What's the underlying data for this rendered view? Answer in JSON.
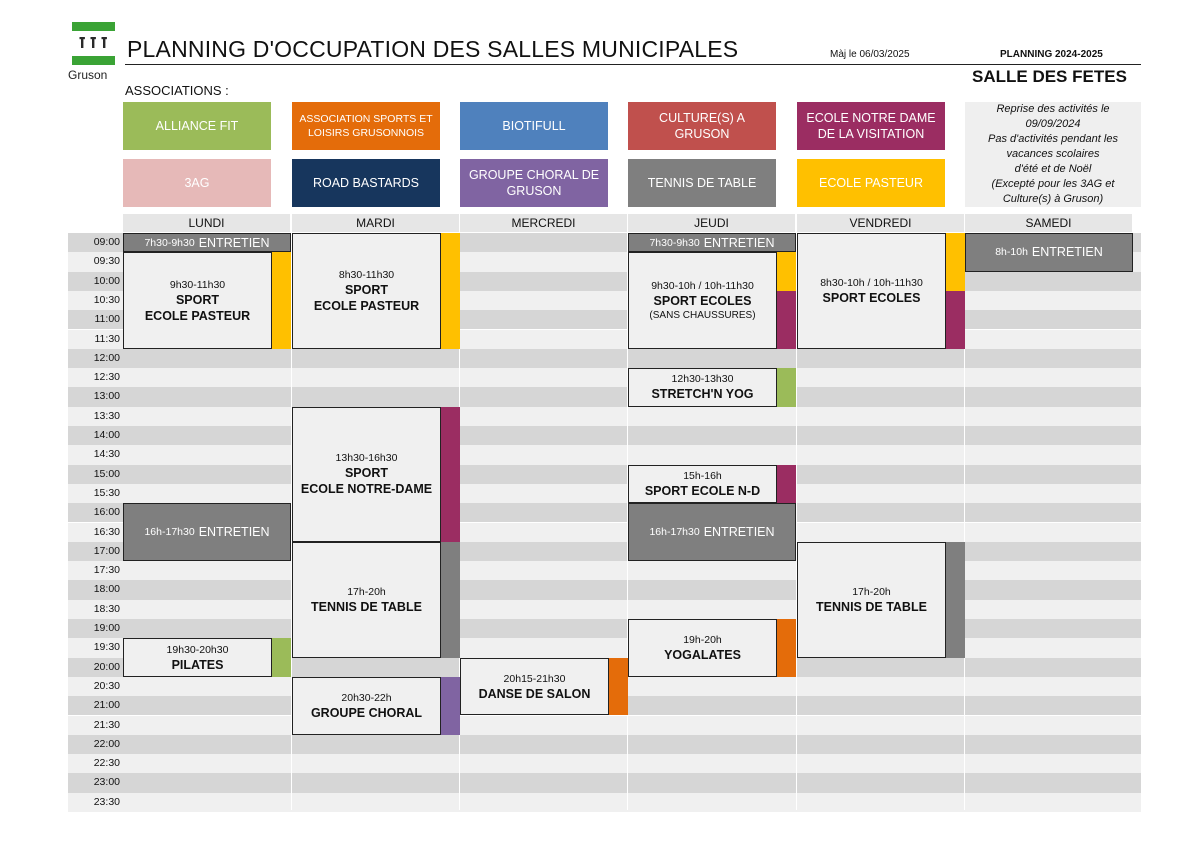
{
  "header": {
    "logo_text": "Gruson",
    "title": "PLANNING D'OCCUPATION DES SALLES MUNICIPALES",
    "update": "Màj le 06/03/2025",
    "season": "PLANNING 2024-2025",
    "room": "SALLE DES FETES",
    "associations_label": "ASSOCIATIONS :"
  },
  "colors": {
    "alliance_fit": "#9bbb59",
    "asso_sports": "#e46c0a",
    "biotifull": "#4f81bd",
    "culture": "#c0504d",
    "notre_dame": "#9b2d62",
    "sag": "#e6b9b8",
    "road": "#17365d",
    "choral": "#8064a2",
    "tennis": "#7f7f7f",
    "pasteur": "#ffc000",
    "maintenance": "#7f7f7f"
  },
  "legend": [
    {
      "id": "alliance_fit",
      "label": "ALLIANCE FIT",
      "color": "#9bbb59",
      "col": 0,
      "row": 0,
      "small": false
    },
    {
      "id": "asso_sports",
      "label": "ASSOCIATION SPORTS ET LOISIRS GRUSONNOIS",
      "color": "#e46c0a",
      "col": 1,
      "row": 0,
      "small": true
    },
    {
      "id": "biotifull",
      "label": "BIOTIFULL",
      "color": "#4f81bd",
      "col": 2,
      "row": 0,
      "small": false
    },
    {
      "id": "culture",
      "label": "CULTURE(S) A GRUSON",
      "color": "#c0504d",
      "col": 3,
      "row": 0,
      "small": false
    },
    {
      "id": "notre_dame",
      "label": "ECOLE NOTRE DAME DE LA VISITATION",
      "color": "#9b2d62",
      "col": 4,
      "row": 0,
      "small": false
    },
    {
      "id": "sag",
      "label": "3AG",
      "color": "#e6b9b8",
      "col": 0,
      "row": 1,
      "small": false
    },
    {
      "id": "road",
      "label": "ROAD BASTARDS",
      "color": "#17365d",
      "col": 1,
      "row": 1,
      "small": false
    },
    {
      "id": "choral",
      "label": "GROUPE CHORAL DE GRUSON",
      "color": "#8064a2",
      "col": 2,
      "row": 1,
      "small": false
    },
    {
      "id": "tennis",
      "label": "TENNIS DE TABLE",
      "color": "#7f7f7f",
      "col": 3,
      "row": 1,
      "small": false
    },
    {
      "id": "pasteur",
      "label": "ECOLE PASTEUR",
      "color": "#ffc000",
      "col": 4,
      "row": 1,
      "small": false
    }
  ],
  "note": {
    "lines": [
      "Reprise des activités le",
      "09/09/2024",
      "Pas d'activités pendant les",
      "vacances scolaires",
      "d'été et de Noël",
      "(Excepté pour les 3AG et",
      "Culture(s) à Gruson)"
    ]
  },
  "days": [
    "LUNDI",
    "MARDI",
    "MERCREDI",
    "JEUDI",
    "VENDREDI",
    "SAMEDI"
  ],
  "times": [
    "09:00",
    "09:30",
    "10:00",
    "10:30",
    "11:00",
    "11:30",
    "12:00",
    "12:30",
    "13:00",
    "13:30",
    "14:00",
    "14:30",
    "15:00",
    "15:30",
    "16:00",
    "16:30",
    "17:00",
    "17:30",
    "18:00",
    "18:30",
    "19:00",
    "19:30",
    "20:00",
    "20:30",
    "21:00",
    "21:30",
    "22:00",
    "22:30",
    "23:00",
    "23:30"
  ],
  "events": [
    {
      "day": 0,
      "start": 0,
      "end": 1,
      "time": "7h30-9h30",
      "name": "ENTRETIEN",
      "maint": true,
      "full": true
    },
    {
      "day": 0,
      "start": 1,
      "end": 6,
      "time": "9h30-11h30",
      "name": "SPORT\nECOLE PASTEUR",
      "color": "#ffc000"
    },
    {
      "day": 0,
      "start": 14,
      "end": 17,
      "time": "16h-17h30",
      "name": "ENTRETIEN",
      "maint": true,
      "full": true
    },
    {
      "day": 0,
      "start": 21,
      "end": 23,
      "time": "19h30-20h30",
      "name": "PILATES",
      "color": "#9bbb59"
    },
    {
      "day": 1,
      "start": 0,
      "end": 6,
      "time": "8h30-11h30",
      "name": "SPORT\nECOLE PASTEUR",
      "color": "#ffc000"
    },
    {
      "day": 1,
      "start": 9,
      "end": 16,
      "time": "13h30-16h30",
      "name": "SPORT\nECOLE NOTRE-DAME",
      "color": "#9b2d62"
    },
    {
      "day": 1,
      "start": 16,
      "end": 22,
      "time": "17h-20h",
      "name": "TENNIS DE TABLE",
      "color": "#7f7f7f"
    },
    {
      "day": 1,
      "start": 23,
      "end": 26,
      "time": "20h30-22h",
      "name": "GROUPE CHORAL",
      "color": "#8064a2"
    },
    {
      "day": 2,
      "start": 22,
      "end": 25,
      "time": "20h15-21h30",
      "name": "DANSE DE SALON",
      "color": "#e46c0a"
    },
    {
      "day": 3,
      "start": 0,
      "end": 1,
      "time": "7h30-9h30",
      "name": "ENTRETIEN",
      "maint": true,
      "full": true
    },
    {
      "day": 3,
      "start": 1,
      "end": 6,
      "time": "9h30-10h / 10h-11h30",
      "name": "SPORT ECOLES",
      "sub": "(SANS CHAUSSURES)",
      "split": true
    },
    {
      "day": 3,
      "start": 7,
      "end": 9,
      "time": "12h30-13h30",
      "name": "STRETCH'N YOG",
      "color": "#9bbb59"
    },
    {
      "day": 3,
      "start": 12,
      "end": 14,
      "time": "15h-16h",
      "name": "SPORT ECOLE N-D",
      "color": "#9b2d62"
    },
    {
      "day": 3,
      "start": 14,
      "end": 17,
      "time": "16h-17h30",
      "name": "ENTRETIEN",
      "maint": true,
      "full": true
    },
    {
      "day": 3,
      "start": 20,
      "end": 23,
      "time": "19h-20h",
      "name": "YOGALATES",
      "color": "#e46c0a"
    },
    {
      "day": 4,
      "start": 0,
      "end": 6,
      "time": "8h30-10h / 10h-11h30",
      "name": "SPORT ECOLES",
      "split": true
    },
    {
      "day": 4,
      "start": 16,
      "end": 22,
      "time": "17h-20h",
      "name": "TENNIS DE TABLE",
      "color": "#7f7f7f"
    },
    {
      "day": 5,
      "start": 0,
      "end": 2,
      "time": "8h-10h",
      "name": "ENTRETIEN",
      "maint": true,
      "full": true
    }
  ]
}
